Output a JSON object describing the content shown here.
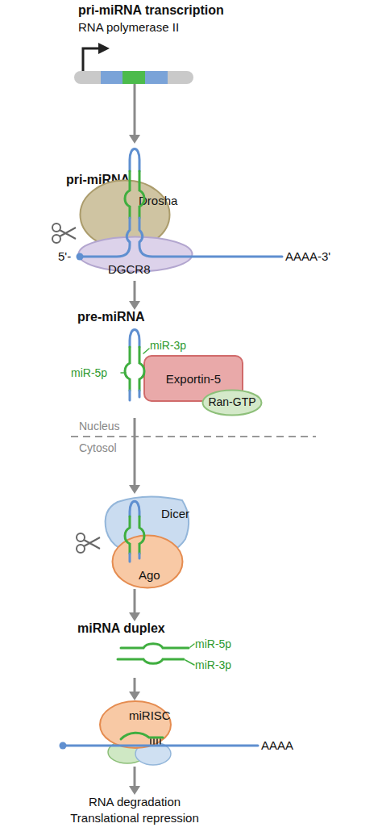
{
  "diagram": {
    "nodes": [
      {
        "text": [
          "pri-miRNA transcription",
          "RNA polymerase II"
        ]
      },
      {
        "text": [
          "pri-miRNA"
        ]
      },
      {
        "text": [
          "Drosha"
        ],
        "in": 1
      },
      {
        "text": [
          "DGCR8"
        ],
        "in": 1
      },
      {
        "text": [
          "pre-miRNA",
          "miR-3p",
          "miR-5p"
        ]
      },
      {
        "text": [
          "Exportin-5"
        ],
        "in": 4
      },
      {
        "text": [
          "Ran-GTP"
        ],
        "in": 4
      },
      {
        "text": [
          "Dicer"
        ]
      },
      {
        "text": [
          "Ago"
        ]
      },
      {
        "text": [
          "miRNA duplex",
          "miR-5p",
          "miR-3p"
        ]
      },
      {
        "text": [
          "miRISC"
        ]
      },
      {
        "text": [
          "RNA degradation",
          "Translational repression"
        ]
      }
    ],
    "edges": [
      {
        "from": 0,
        "to": 1,
        "arrow": "to"
      },
      {
        "from": 1,
        "to": 4,
        "arrow": "to"
      },
      {
        "from": 4,
        "to": 7,
        "arrow": "to"
      },
      {
        "from": 8,
        "to": 9,
        "arrow": "to"
      },
      {
        "from": 9,
        "to": 10,
        "arrow": "to"
      },
      {
        "from": 10,
        "to": 11,
        "arrow": "to"
      }
    ],
    "labels": [
      "5'-",
      "AAAA-3'",
      "Nucleus",
      "Cytosol",
      "AAAA"
    ]
  }
}
